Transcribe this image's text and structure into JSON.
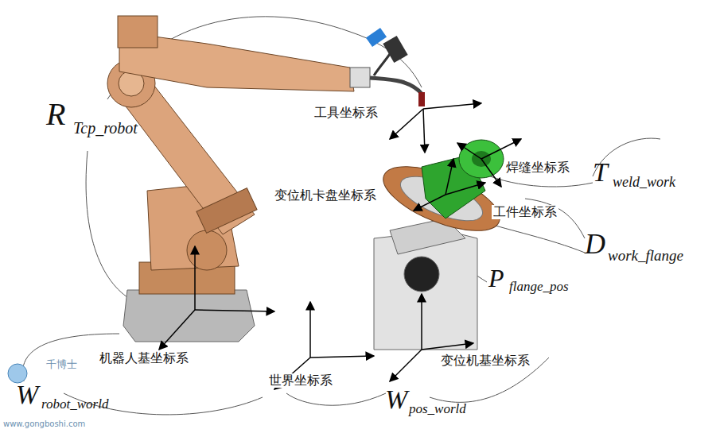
{
  "diagram": {
    "labels": [
      "R",
      "Tcp_robot",
      "工具坐标系",
      "焊缝坐标系",
      "T",
      "weld_work",
      "变位机卡盘坐标系",
      "工件坐标系",
      "D",
      "work_flange",
      "P",
      "flange_pos",
      "机器人基坐标系",
      "变位机基坐标系",
      "世界坐标系",
      "W",
      "pos_world",
      "W",
      "robot_world",
      "千博士",
      "www.gongboshi.com"
    ]
  }
}
